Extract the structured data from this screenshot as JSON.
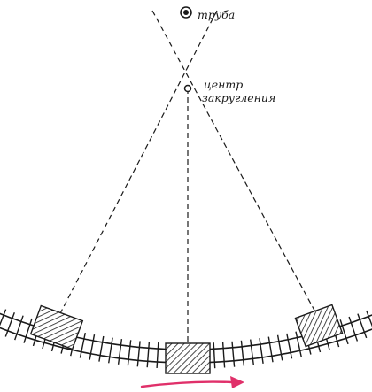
{
  "labels": {
    "chimney": "труба",
    "center_line1": "центр",
    "center_line2": "закругления"
  },
  "colors": {
    "ink": "#1a1a1a",
    "arrow": "#e0306a"
  },
  "icons": {
    "chimney_marker": "double-circle-dot",
    "center_marker": "small-open-circle",
    "motion_arrow": "right-arrow"
  }
}
